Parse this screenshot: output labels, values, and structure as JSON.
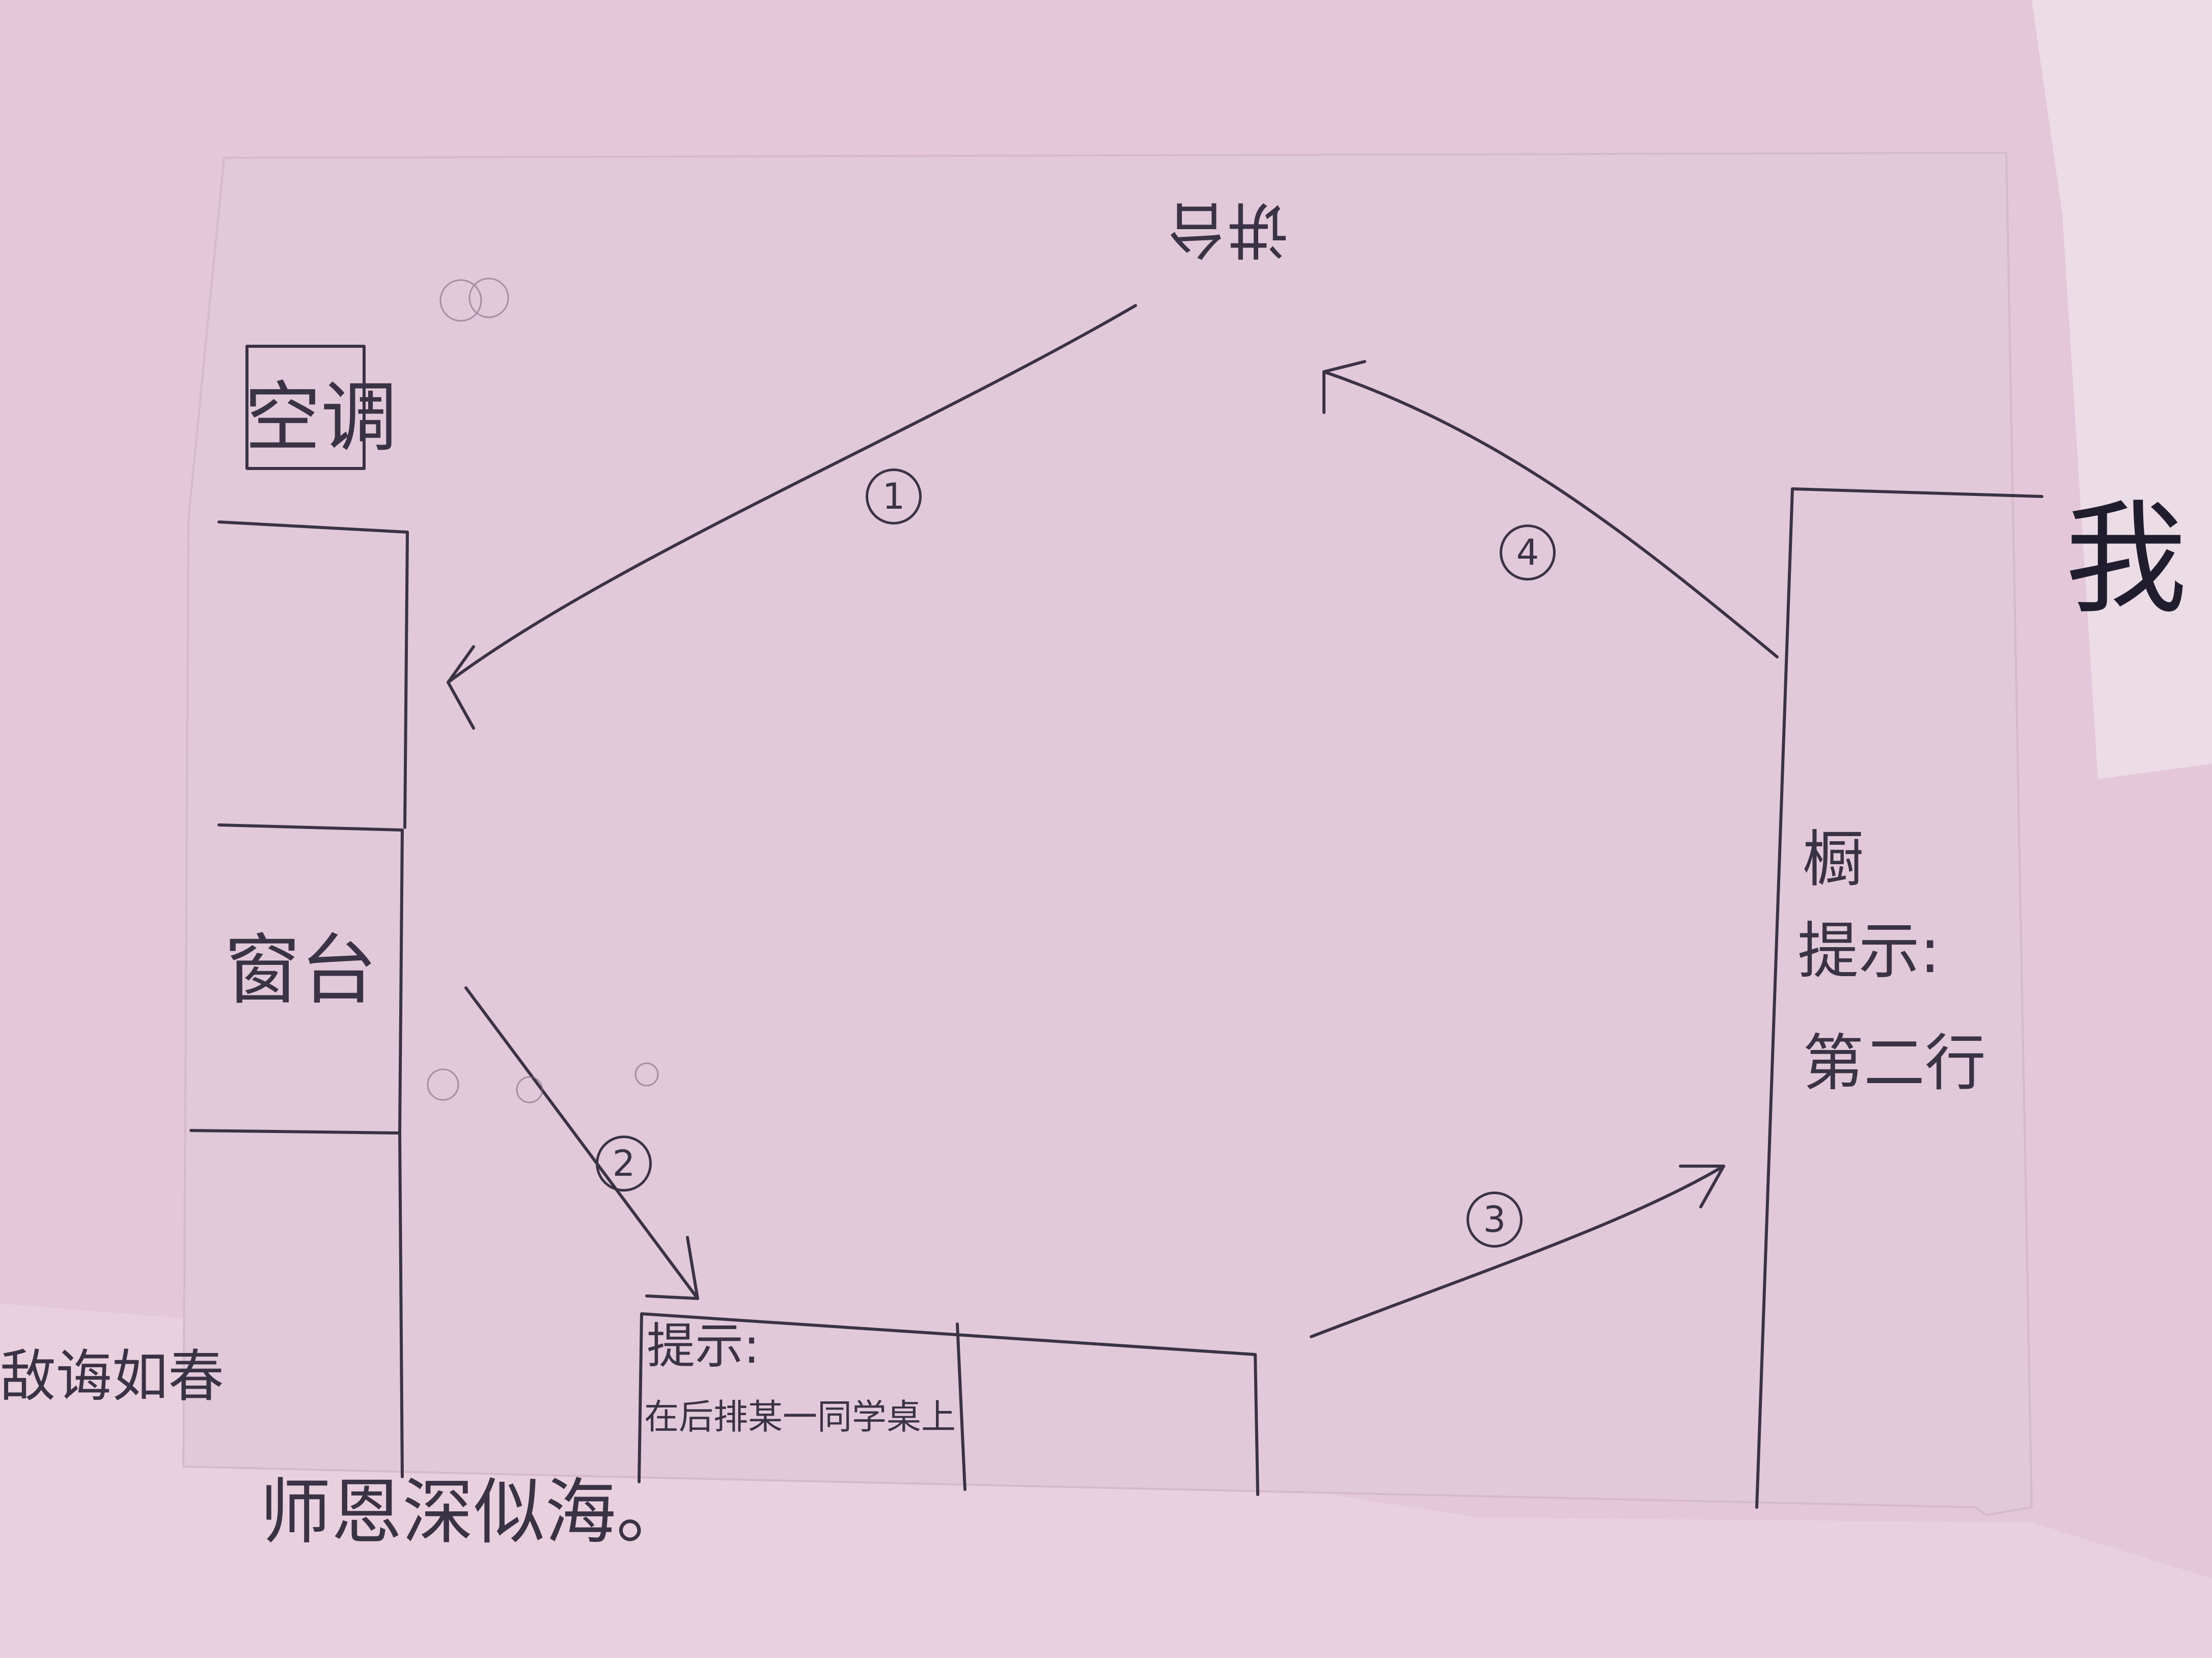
{
  "labels": {
    "aircon": "空调",
    "windowsill": "窗台",
    "cabinet": "橱",
    "cabinet_hint_title": "提示:",
    "cabinet_hint_body": "第二行",
    "desk_hint_title": "提示:",
    "desk_hint_body": "在后排某一同学桌上",
    "podium": "讲台"
  },
  "steps": [
    "1",
    "2",
    "3",
    "4"
  ],
  "bottom_motto": "师恩深似海。",
  "left_edge_fragment": "敌诲如春",
  "right_edge_fragment": "我",
  "colors": {
    "paper": "#e2c9d9",
    "background": "#e6cbdc",
    "ink": "#3a3346"
  }
}
